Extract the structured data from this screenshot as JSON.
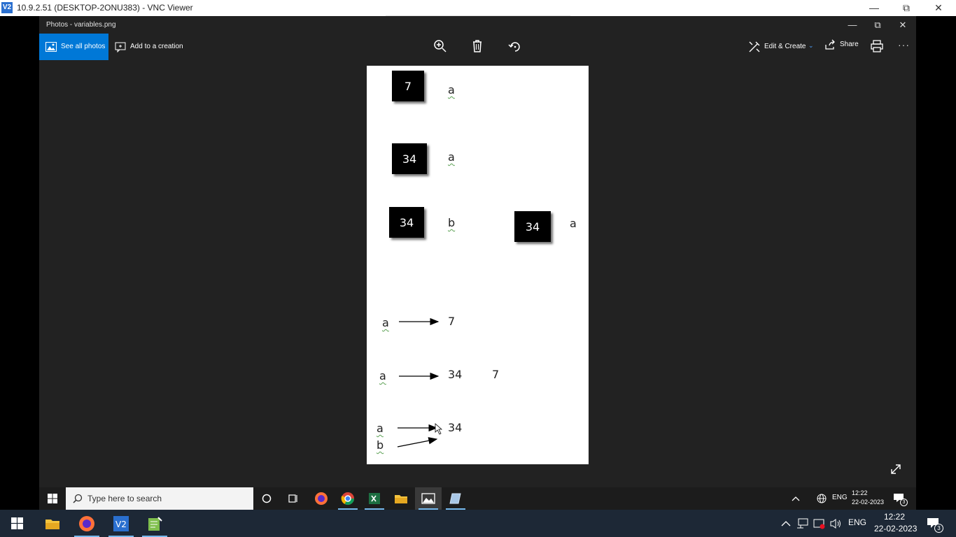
{
  "vnc": {
    "window_title": "10.9.2.51 (DESKTOP-2ONU383) - VNC Viewer",
    "logo_text": "V2"
  },
  "photos": {
    "window_title": "Photos - variables.png",
    "toolbar": {
      "see_all_photos": "See all photos",
      "add_to_creation": "Add to a creation",
      "edit_create": "Edit & Create",
      "share": "Share",
      "more": "···"
    }
  },
  "canvas": {
    "boxes": [
      "7",
      "34",
      "34",
      "34"
    ],
    "box_labels": [
      "a",
      "a",
      "b",
      "a"
    ],
    "arrow_rows": [
      {
        "var": "a",
        "value": "7"
      },
      {
        "var": "a",
        "value": "34",
        "extra": "7"
      },
      {
        "var": "a",
        "var2": "b",
        "value": "34"
      }
    ]
  },
  "remote_taskbar": {
    "search_placeholder": "Type here to search",
    "lang": "ENG",
    "time": "12:22",
    "date": "22-02-2023",
    "notif_count": "3"
  },
  "local_taskbar": {
    "lang": "ENG",
    "time": "12:22",
    "date": "22-02-2023",
    "notif_count": "3"
  },
  "colors": {
    "accent": "#0078d7",
    "app_bg": "#222222",
    "taskbar": "#1d2836"
  }
}
